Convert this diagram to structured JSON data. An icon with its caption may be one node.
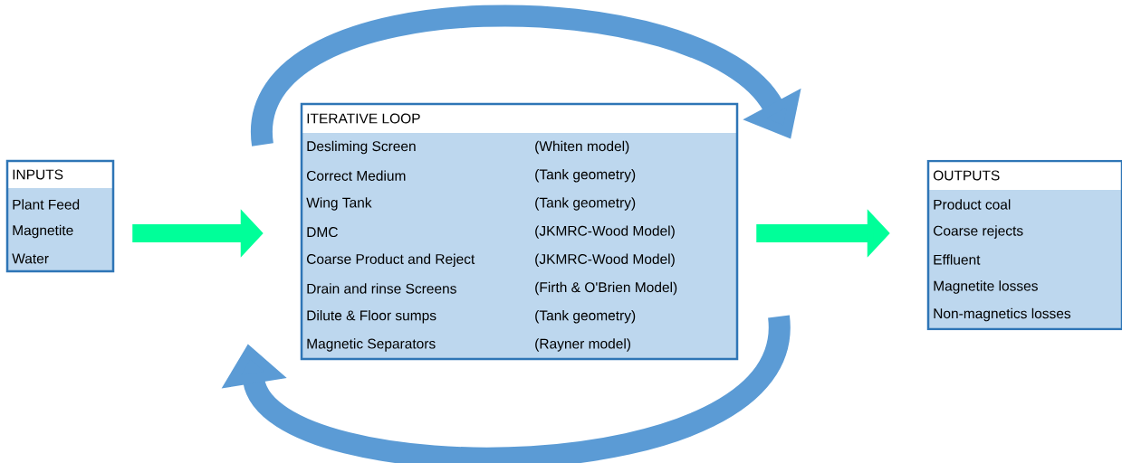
{
  "diagram": {
    "nodes": [
      {
        "text": [
          "INPUTS",
          "Plant Feed",
          "Magnetite",
          "Water"
        ]
      },
      {
        "text": [
          "ITERATIVE LOOP",
          "Desliming Screen",
          "(Whiten model)",
          "Correct Medium",
          "(Tank geometry)",
          "Wing Tank",
          "(Tank geometry)",
          "DMC",
          "(JKMRC-Wood Model)",
          "Coarse Product and Reject",
          "(JKMRC-Wood Model)",
          "Drain and rinse Screens",
          "(Firth & O'Brien Model)",
          "Dilute & Floor sumps",
          "(Tank geometry)",
          "Magnetic Separators",
          "(Rayner model)"
        ]
      },
      {
        "text": [
          "OUTPUTS",
          "Product coal",
          "Coarse rejects",
          "Effluent",
          "Magnetite losses",
          "Non-magnetics losses"
        ]
      }
    ],
    "edges": [
      {
        "from": 0,
        "to": 1,
        "arrow": "to",
        "color": "#00ff99"
      },
      {
        "from": 1,
        "to": 2,
        "arrow": "to",
        "color": "#00ff99"
      },
      {
        "from": null,
        "to": 1,
        "arrow": "to",
        "color": "#5b9bd5"
      },
      {
        "from": null,
        "to": 1,
        "arrow": "to",
        "color": "#5b9bd5"
      }
    ]
  }
}
